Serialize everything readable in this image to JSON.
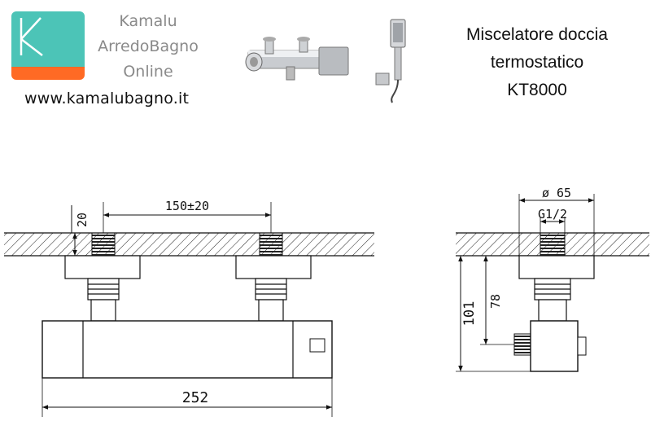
{
  "brand": {
    "name": "Kamalu",
    "line2": "ArredoBagno",
    "line3": "Online",
    "website": "www.kamalubagno.it",
    "logo_colors": {
      "teal": "#4cc4b7",
      "orange": "#ff6a24"
    }
  },
  "product": {
    "title_line1": "Miscelatore doccia",
    "title_line2": "termostatico",
    "code": "KT8000"
  },
  "dimensions": {
    "inlet_spacing": "150±20",
    "wall_depth": "20",
    "body_length": "252",
    "flange_diameter": "ø 65",
    "thread": "G1/2",
    "depth_to_outlet": "78",
    "total_depth": "101"
  }
}
